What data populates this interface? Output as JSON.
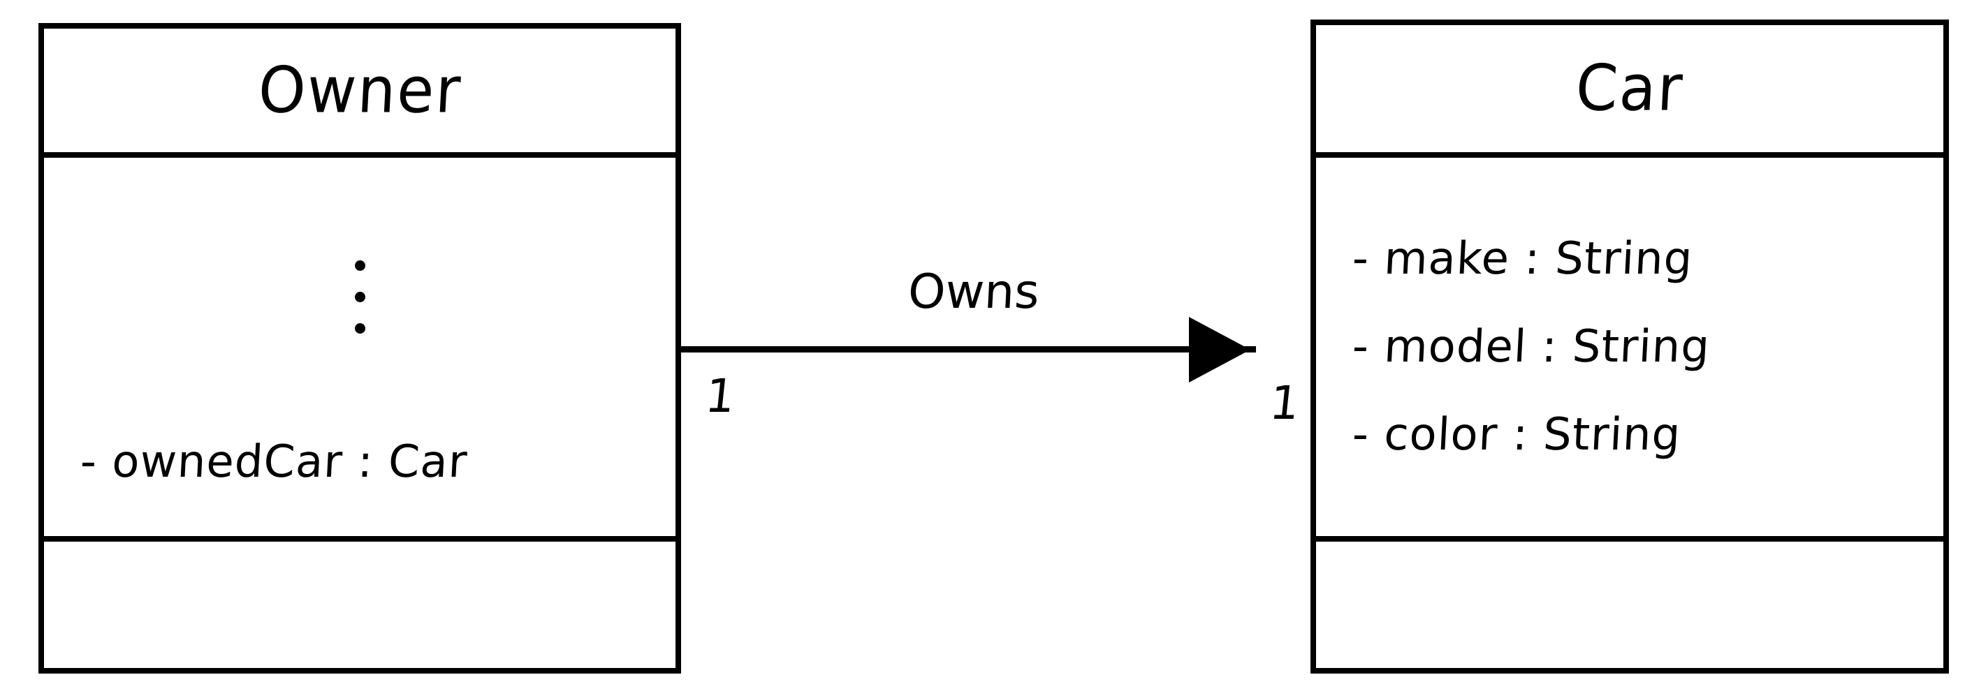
{
  "diagram": {
    "kind": "uml-class-diagram",
    "background_color": "#ffffff",
    "stroke_color": "#000000",
    "classes": [
      {
        "id": "owner",
        "name": "Owner",
        "attributes_placeholder": "vertical-ellipsis",
        "attributes": [
          "- ownedCar : Car"
        ],
        "operations": []
      },
      {
        "id": "car",
        "name": "Car",
        "attributes": [
          "- make : String",
          "- model : String",
          "- color : String"
        ],
        "operations": []
      }
    ],
    "association": {
      "label": "Owns",
      "source_multiplicity": "1",
      "target_multiplicity": "1",
      "arrowhead": "filled-triangle",
      "direction": "owner-to-car"
    }
  }
}
